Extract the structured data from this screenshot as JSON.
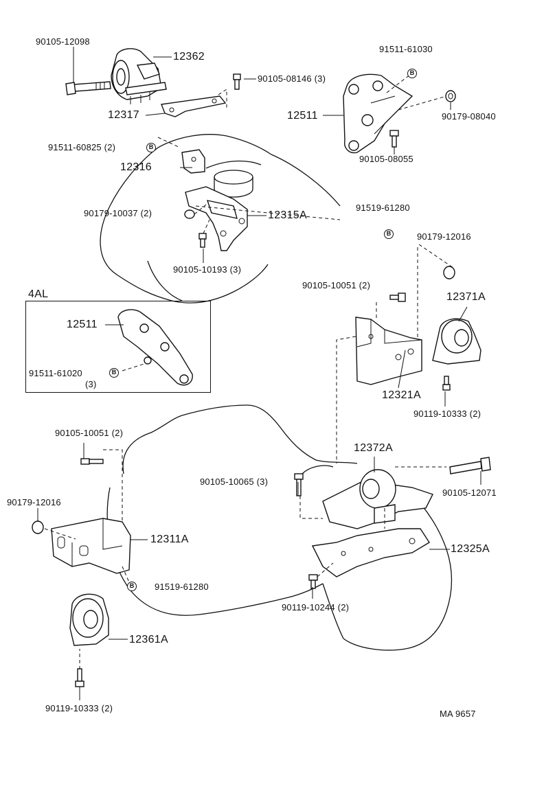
{
  "inset_title": "4AL",
  "badge_letter": "B",
  "figure_code": "MA 9657",
  "labels": {
    "p90105_12098": "90105-12098",
    "p12362": "12362",
    "p90105_08146": "90105-08146 (3)",
    "p12317": "12317",
    "p91511_61030": "91511-61030",
    "p12511_top": "12511",
    "p90179_08040": "90179-08040",
    "p90105_08055": "90105-08055",
    "p91511_60825": "91511-60825 (2)",
    "p12316": "12316",
    "p90179_10037": "90179-10037 (2)",
    "p12315A": "12315A",
    "p90105_10193": "90105-10193 (3)",
    "p91519_61280_top": "91519-61280",
    "p90179_12016_top": "90179-12016",
    "p12511_inset": "12511",
    "p91511_61020": "91511-61020",
    "p91511_61020_qty": "(3)",
    "p90105_10051_right": "90105-10051 (2)",
    "p12371A": "12371A",
    "p12321A": "12321A",
    "p90119_10333_right": "90119-10333 (2)",
    "p90105_10051_left": "90105-10051 (2)",
    "p12372A": "12372A",
    "p90105_10065": "90105-10065 (3)",
    "p90105_12071": "90105-12071",
    "p90179_12016_left": "90179-12016",
    "p12311A": "12311A",
    "p12325A": "12325A",
    "p91519_61280_bottom": "91519-61280",
    "p90119_10244": "90119-10244 (2)",
    "p12361A": "12361A",
    "p90119_10333_left": "90119-10333 (2)"
  }
}
